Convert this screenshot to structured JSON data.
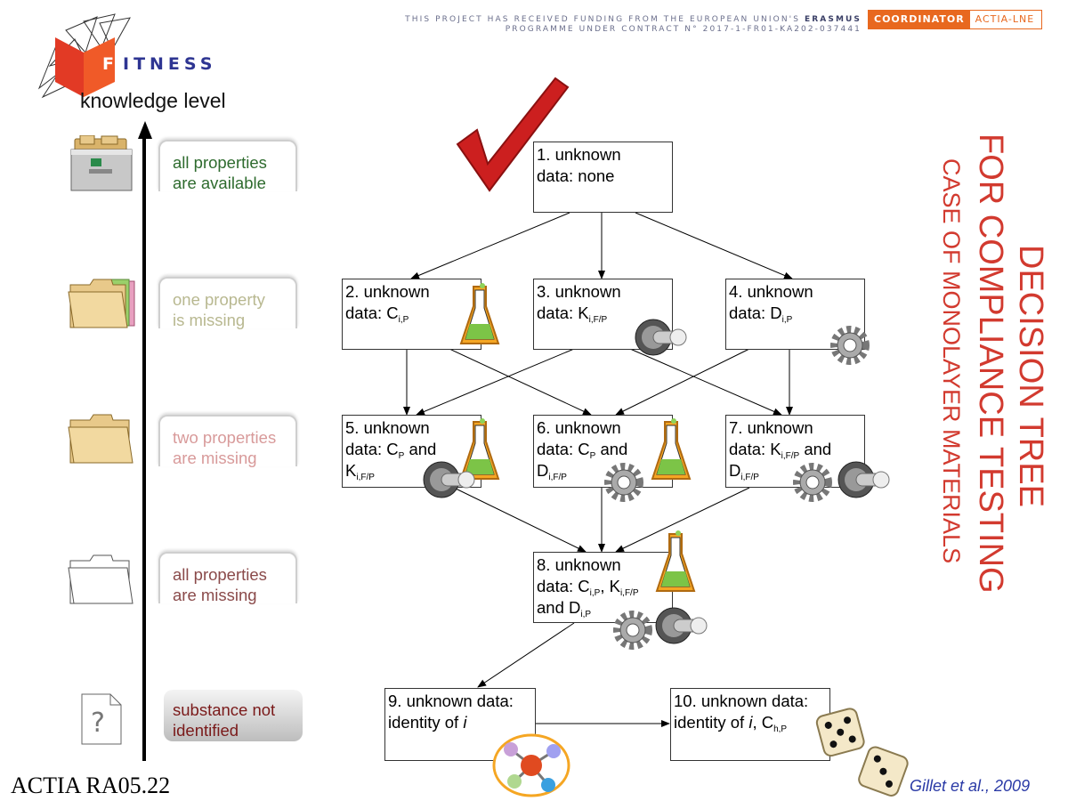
{
  "header": {
    "funding_line1_pre": "THIS PROJECT HAS RECEIVED FUNDING FROM THE EUROPEAN UNION'S",
    "funding_line1_bold": "ERASMUS",
    "funding_line2": "PROGRAMME UNDER CONTRACT N° 2017-1-FR01-KA202-037441",
    "coordinator_label": "COORDINATOR",
    "coordinator_name": "ACTIA-LNE"
  },
  "logo": {
    "letter": "F",
    "rest": "ITNESS"
  },
  "axis_label": "knowledge level",
  "levels": [
    {
      "line1": "all properties",
      "line2": "are available",
      "color": "#2e6b2e"
    },
    {
      "line1": "one property",
      "line2": "is missing",
      "color": "#b8b890"
    },
    {
      "line1": "two properties",
      "line2": "are missing",
      "color": "#d89a9a"
    },
    {
      "line1": "all properties",
      "line2": "are missing",
      "color": "#8a4a4a"
    },
    {
      "line1": "substance not",
      "line2": "identified",
      "color": "#7a1a1a"
    }
  ],
  "nodes": {
    "n1": {
      "l1": "1. unknown",
      "l2": "data: none"
    },
    "n2": {
      "l1": "2. unknown",
      "l2": "data: C",
      "s2": "i,P"
    },
    "n3": {
      "l1": "3. unknown",
      "l2": "data: K",
      "s2": "i,F/P"
    },
    "n4": {
      "l1": "4. unknown",
      "l2": "data: D",
      "s2": "i,P"
    },
    "n5": {
      "l1": "5. unknown",
      "l2a": "data: C",
      "s2a": "P",
      "l2b": " and",
      "l3": "K",
      "s3": "i,F/P"
    },
    "n6": {
      "l1": "6. unknown",
      "l2a": "data: C",
      "s2a": "P",
      "l2b": " and",
      "l3": "D",
      "s3": "i,F/P"
    },
    "n7": {
      "l1": "7. unknown",
      "l2a": "data: K",
      "s2a": "i,F/P",
      "l2b": " and",
      "l3": "D",
      "s3": "i,F/P"
    },
    "n8": {
      "l1": "8. unknown",
      "l2a": "data: C",
      "s2a": "i,P",
      "l2b": ", K",
      "s2b": "i,F/P",
      "l3": "and D",
      "s3": "i,P"
    },
    "n9": {
      "l1": "9. unknown data:",
      "l2": "identity of ",
      "l2i": "i"
    },
    "n10": {
      "l1": "10. unknown data:",
      "l2": "identity of ",
      "l2i": "i",
      "l2b": ", C",
      "s2": "h,P"
    }
  },
  "title": {
    "main1": "DECISION TREE",
    "main2": "FOR COMPLIANCE TESTING",
    "sub": "CASE OF MONOLAYER MATERIALS"
  },
  "footer": "ACTIA RA05.22",
  "citation": "Gillet et al., 2009",
  "icons": [
    "archive-drawer-icon",
    "folder-full-icon",
    "folder-half-icon",
    "folder-empty-icon",
    "question-document-icon",
    "checkmark-icon",
    "flask-icon",
    "toggle-switch-icon",
    "gear-icon",
    "molecule-icon",
    "dice-icon",
    "book-logo-icon"
  ],
  "colors": {
    "title_red": "#d23a2f",
    "brand_blue": "#2e3592",
    "brand_orange": "#e8681f",
    "check_red": "#cc1f1f"
  }
}
